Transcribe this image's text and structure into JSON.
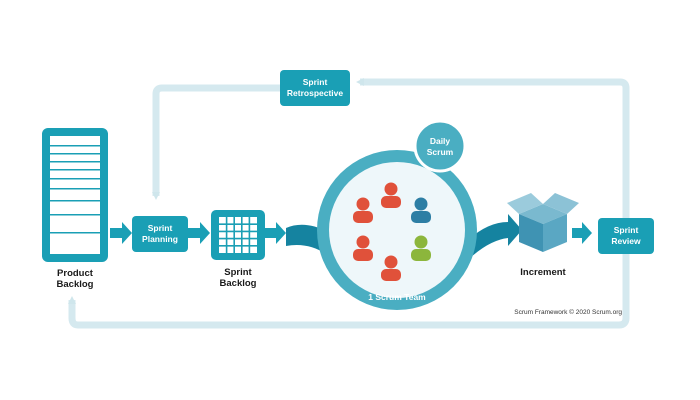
{
  "nodes": {
    "product_backlog": {
      "line1": "Product",
      "line2": "Backlog"
    },
    "sprint_planning": {
      "line1": "Sprint",
      "line2": "Planning"
    },
    "sprint_backlog": {
      "line1": "Sprint",
      "line2": "Backlog"
    },
    "daily_scrum": {
      "line1": "Daily",
      "line2": "Scrum"
    },
    "scrum_team": {
      "label": "1 Scrum Team"
    },
    "increment": {
      "label": "Increment"
    },
    "sprint_review": {
      "line1": "Sprint",
      "line2": "Review"
    },
    "sprint_retrospective": {
      "line1": "Sprint",
      "line2": "Retrospective"
    }
  },
  "credit": "Scrum Framework © 2020 Scrum.org",
  "colors": {
    "primary": "#1a9fb5",
    "primary_dark": "#137e92",
    "loop": "#d5e9ef",
    "circle_ring": "#4aaec2",
    "circle_inner": "#eef7fa",
    "person_red": "#e0513a",
    "person_blue": "#2d7ea4",
    "person_green": "#8cb63c",
    "text": "#1a1a1a"
  },
  "icons": [
    "backlog-list-icon",
    "grid-icon",
    "box-icon",
    "person-icon"
  ]
}
